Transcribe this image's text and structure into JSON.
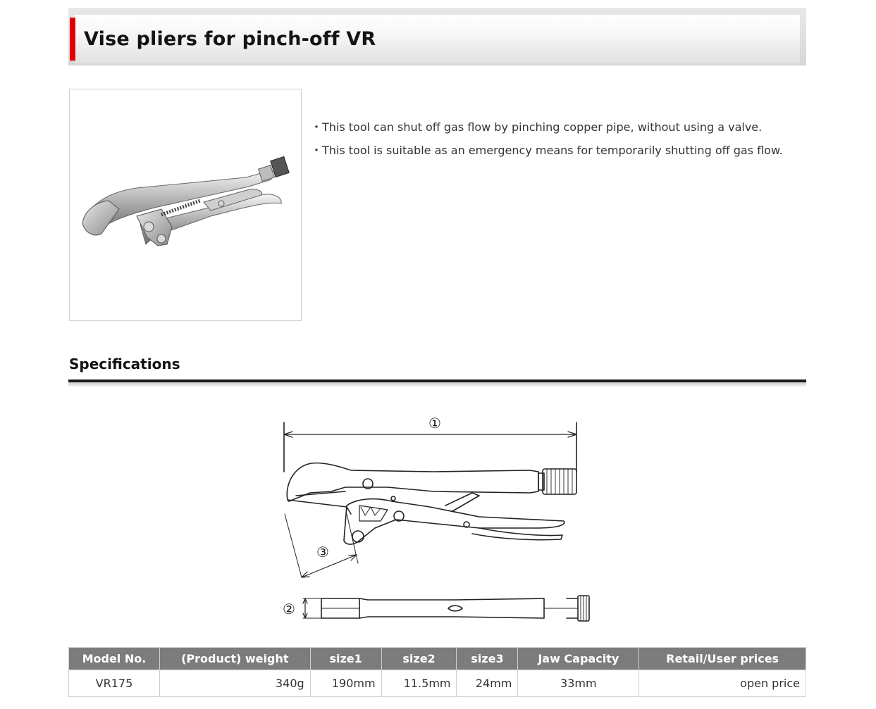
{
  "page": {
    "title": "Vise pliers for pinch-off VR",
    "accent_color": "#e00000"
  },
  "product": {
    "image_icon": "vise-pliers-photo",
    "bullets": [
      "・This tool can shut off gas flow by pinching copper pipe, without using a valve.",
      "・This tool is suitable as an emergency means for temporarily shutting off gas flow."
    ]
  },
  "specifications": {
    "heading": "Specifications",
    "diagram_labels": {
      "dim1": "①",
      "dim2": "②",
      "dim3": "③"
    },
    "table": {
      "header_color": "#7c7c7c",
      "headers": [
        "Model No.",
        "(Product) weight",
        "size1",
        "size2",
        "size3",
        "Jaw Capacity",
        "Retail/User prices"
      ],
      "rows": [
        [
          "VR175",
          "340g",
          "190mm",
          "11.5mm",
          "24mm",
          "33mm",
          "open price"
        ]
      ]
    }
  }
}
